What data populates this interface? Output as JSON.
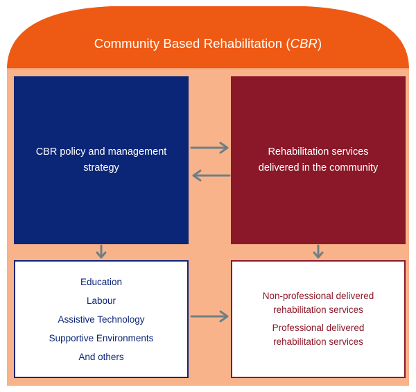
{
  "title": {
    "prefix": "Community Based Rehabilitation (",
    "acronym": "CBR",
    "suffix": ")"
  },
  "colors": {
    "title_arch": "#ee5a13",
    "panel": "#f8b38a",
    "policy_box": "#0b2577",
    "rehab_box": "#8b1828",
    "arrow": "#6f7f85"
  },
  "policy_box": {
    "line1": "CBR policy and management",
    "line2": "strategy"
  },
  "rehab_box": {
    "line1": "Rehabilitation services",
    "line2": "delivered in the community"
  },
  "areas_box": {
    "items": [
      "Education",
      "Labour",
      "Assistive Technology",
      "Supportive Environments",
      "And others"
    ]
  },
  "delivery_box": {
    "nonprof_line1": "Non-professional delivered",
    "nonprof_line2": "rehabilitation services",
    "prof_line1": "Professional delivered",
    "prof_line2": "rehabilitation services"
  }
}
